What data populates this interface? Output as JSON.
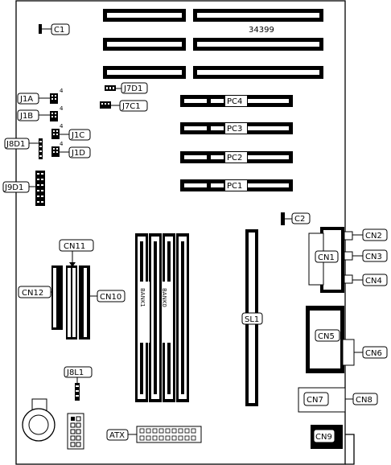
{
  "board_number": "34399",
  "labels": {
    "c1": "C1",
    "c2": "C2",
    "j1a": "J1A",
    "j1b": "J1B",
    "j1c": "J1C",
    "j1d": "J1D",
    "j7d1": "J7D1",
    "j7c1": "J7C1",
    "j8d1": "J8D1",
    "j9d1": "J9D1",
    "j8l1": "J8L1",
    "pc1": "PC1",
    "pc2": "PC2",
    "pc3": "PC3",
    "pc4": "PC4",
    "cn1": "CN1",
    "cn2": "CN2",
    "cn3": "CN3",
    "cn4": "CN4",
    "cn5": "CN5",
    "cn6": "CN6",
    "cn7": "CN7",
    "cn8": "CN8",
    "cn9": "CN9",
    "cn10": "CN10",
    "cn11": "CN11",
    "cn12": "CN12",
    "sl1": "SL1",
    "atx": "ATX",
    "bank1": "BANK1",
    "bank0": "BANK0"
  },
  "pin4_marks": {
    "j1a": "4",
    "j1b": "4",
    "j1c": "4",
    "j1d": "4"
  }
}
